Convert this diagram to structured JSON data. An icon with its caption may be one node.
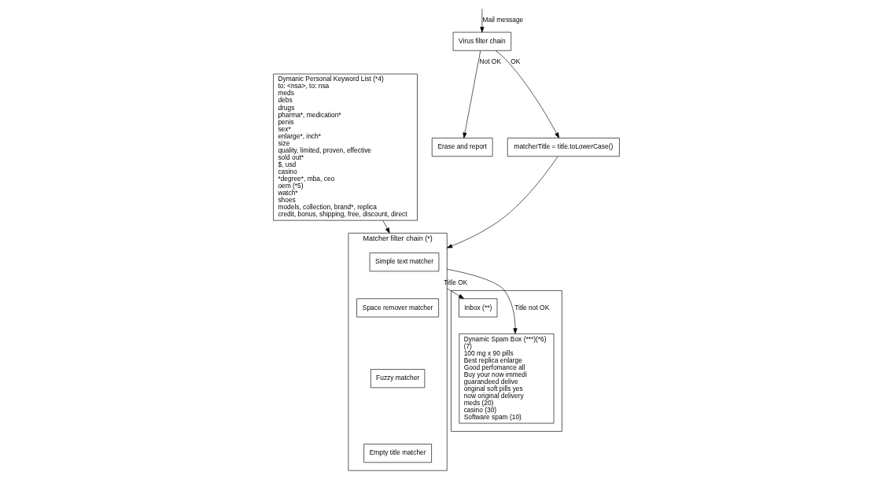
{
  "diagram": {
    "nodes": [
      {
        "text": [
          "Dymanic Personal Keyword List (*4)",
          "to: <nsa>, to: nsa",
          "meds",
          "debs",
          "drugs",
          "pharma*, medication*",
          "penis",
          "sex*",
          "enlarge*, inch*",
          "size",
          "quality, limited, proven, effective",
          "sold out*",
          "$, usd",
          "casino",
          "*degree*, mba, ceo",
          "oem (*5)",
          "watch*",
          "shoes",
          "models, collection, brand*, replica",
          "credit, bonus, shipping, free, discount, direct"
        ]
      },
      {
        "text": [
          "Virus filter chain"
        ]
      },
      {
        "text": [
          "Erase and report"
        ]
      },
      {
        "text": [
          "matcherTitle = title.toLowerCase()"
        ]
      },
      {
        "text": [
          "Matcher filter chain (*)"
        ]
      },
      {
        "text": [
          "Simple text matcher"
        ],
        "in": 4
      },
      {
        "text": [
          "Space remover matcher"
        ],
        "in": 4
      },
      {
        "text": [
          "Fuzzy matcher"
        ],
        "in": 4
      },
      {
        "text": [
          "Empty title matcher"
        ],
        "in": 4
      },
      {
        "text": [],
        "shape": "box"
      },
      {
        "text": [
          "Inbox (**)"
        ],
        "in": 9
      },
      {
        "text": [
          "Dynamic Spam Box (***)(*6)",
          "(7)",
          "100 mg x 90 pills",
          "Best replica enlarge",
          "Good perfomance all",
          "Buy your now immedi",
          "guarandeed delive",
          "original soft pills yes",
          "now original delivery",
          "meds (20)",
          "casino (30)",
          "Software spam (10)"
        ],
        "in": 9
      }
    ],
    "edges": [
      {
        "from": null,
        "to": 1,
        "arrow": "to",
        "label": "Mail message"
      },
      {
        "from": 1,
        "to": 2,
        "arrow": "to",
        "label": "Not OK"
      },
      {
        "from": 1,
        "to": 3,
        "arrow": "to",
        "label": "OK"
      },
      {
        "from": 3,
        "to": 4,
        "arrow": "to"
      },
      {
        "from": 0,
        "to": 4,
        "arrow": "to"
      },
      {
        "from": 4,
        "to": 11,
        "arrow": "to",
        "label": "Title not OK"
      },
      {
        "from": 4,
        "to": 10,
        "arrow": "to",
        "label": "Title OK"
      }
    ]
  }
}
